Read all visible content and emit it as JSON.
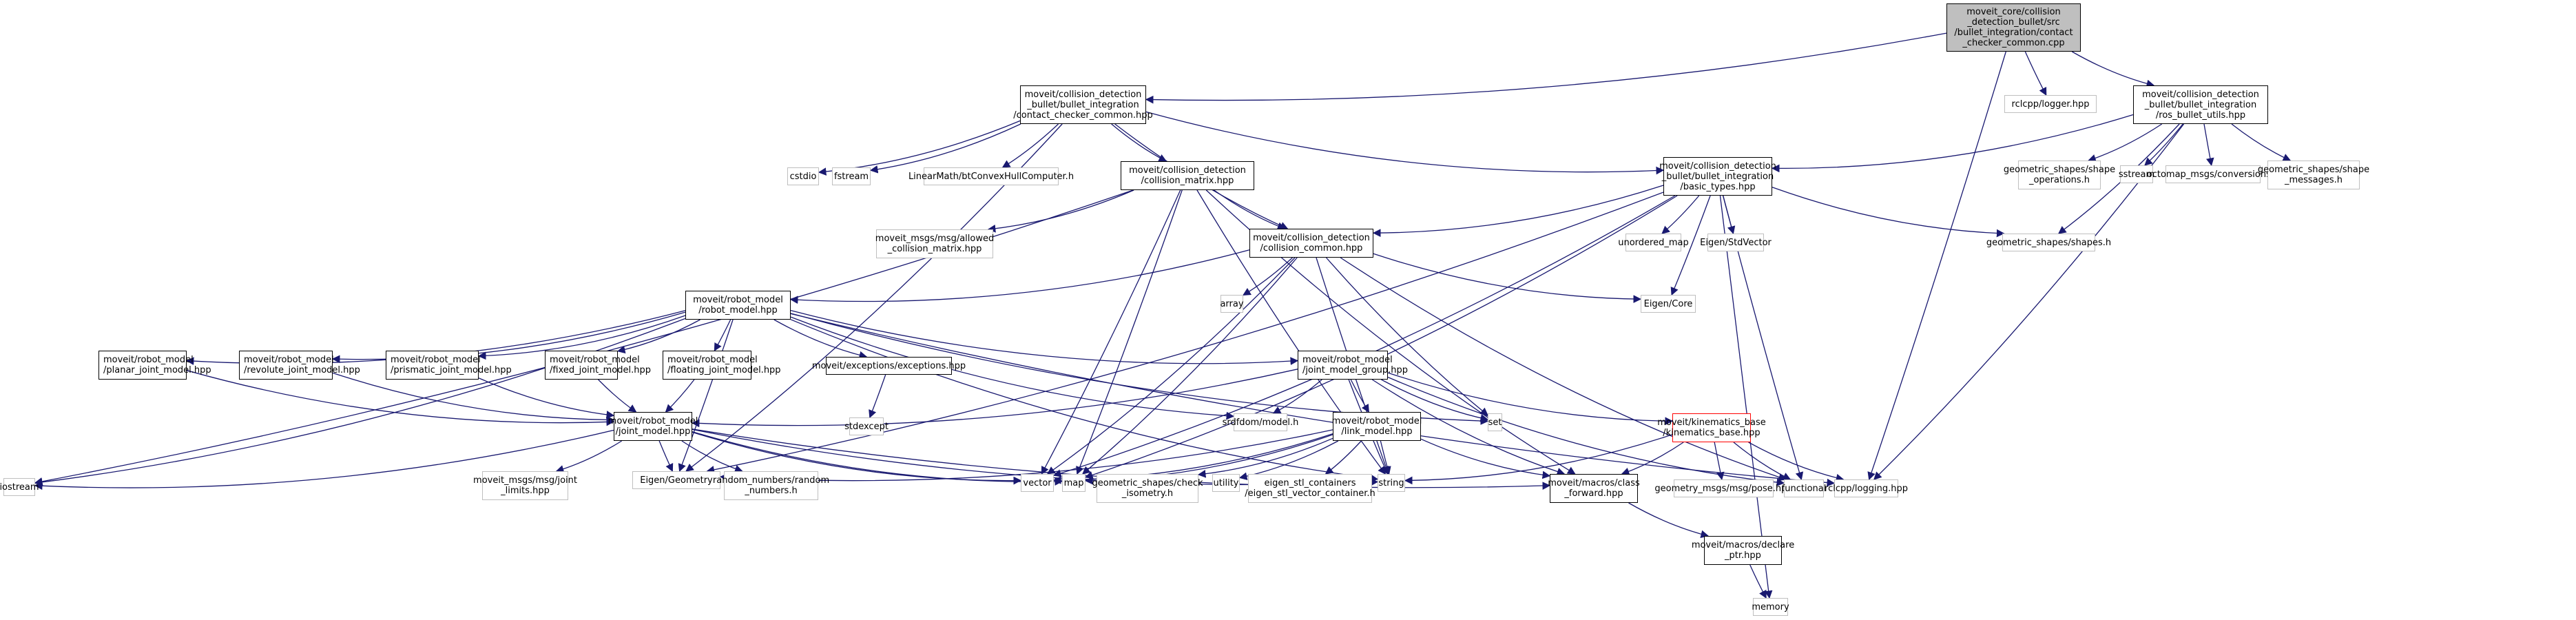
{
  "diagram": {
    "type": "include-dependency-graph",
    "edge_color": "#191970",
    "nodes": [
      {
        "id": "root",
        "label": "moveit_core/collision\n_detection_bullet/src\n/bullet_integration/contact\n_checker_common.cpp",
        "kind": "root"
      },
      {
        "id": "contact_checker_common",
        "label": "moveit/collision_detection\n_bullet/bullet_integration\n/contact_checker_common.hpp",
        "kind": "local"
      },
      {
        "id": "rclcpp_logger",
        "label": "rclcpp/logger.hpp",
        "kind": "sys"
      },
      {
        "id": "ros_bullet_utils",
        "label": "moveit/collision_detection\n_bullet/bullet_integration\n/ros_bullet_utils.hpp",
        "kind": "local"
      },
      {
        "id": "cstdio",
        "label": "cstdio",
        "kind": "sys"
      },
      {
        "id": "fstream",
        "label": "fstream",
        "kind": "sys"
      },
      {
        "id": "btconvexhull",
        "label": "LinearMath/btConvexHullComputer.h",
        "kind": "sys"
      },
      {
        "id": "collision_matrix",
        "label": "moveit/collision_detection\n/collision_matrix.hpp",
        "kind": "local"
      },
      {
        "id": "basic_types",
        "label": "moveit/collision_detection\n_bullet/bullet_integration\n/basic_types.hpp",
        "kind": "local"
      },
      {
        "id": "shape_operations",
        "label": "geometric_shapes/shape\n_operations.h",
        "kind": "sys"
      },
      {
        "id": "sstream",
        "label": "sstream",
        "kind": "sys"
      },
      {
        "id": "octomap_conversions",
        "label": "octomap_msgs/conversions.h",
        "kind": "sys"
      },
      {
        "id": "shape_messages",
        "label": "geometric_shapes/shape\n_messages.h",
        "kind": "sys"
      },
      {
        "id": "allowed_collision_matrix",
        "label": "moveit_msgs/msg/allowed\n_collision_matrix.hpp",
        "kind": "sys"
      },
      {
        "id": "collision_common",
        "label": "moveit/collision_detection\n/collision_common.hpp",
        "kind": "local"
      },
      {
        "id": "unordered_map",
        "label": "unordered_map",
        "kind": "sys"
      },
      {
        "id": "eigen_stdvector",
        "label": "Eigen/StdVector",
        "kind": "sys"
      },
      {
        "id": "shapes_h",
        "label": "geometric_shapes/shapes.h",
        "kind": "sys"
      },
      {
        "id": "robot_model",
        "label": "moveit/robot_model\n/robot_model.hpp",
        "kind": "local"
      },
      {
        "id": "array",
        "label": "array",
        "kind": "sys"
      },
      {
        "id": "eigen_core",
        "label": "Eigen/Core",
        "kind": "sys"
      },
      {
        "id": "planar_joint",
        "label": "moveit/robot_model\n/planar_joint_model.hpp",
        "kind": "local"
      },
      {
        "id": "revolute_joint",
        "label": "moveit/robot_model\n/revolute_joint_model.hpp",
        "kind": "local"
      },
      {
        "id": "prismatic_joint",
        "label": "moveit/robot_model\n/prismatic_joint_model.hpp",
        "kind": "local"
      },
      {
        "id": "fixed_joint",
        "label": "moveit/robot_model\n/fixed_joint_model.hpp",
        "kind": "local"
      },
      {
        "id": "floating_joint",
        "label": "moveit/robot_model\n/floating_joint_model.hpp",
        "kind": "local"
      },
      {
        "id": "exceptions",
        "label": "moveit/exceptions/exceptions.hpp",
        "kind": "local"
      },
      {
        "id": "joint_model_group",
        "label": "moveit/robot_model\n/joint_model_group.hpp",
        "kind": "local"
      },
      {
        "id": "stdexcept",
        "label": "stdexcept",
        "kind": "sys"
      },
      {
        "id": "srdfdom",
        "label": "srdfdom/model.h",
        "kind": "sys"
      },
      {
        "id": "link_model",
        "label": "moveit/robot_model\n/link_model.hpp",
        "kind": "local"
      },
      {
        "id": "set",
        "label": "set",
        "kind": "sys"
      },
      {
        "id": "kinematics_base",
        "label": "moveit/kinematics_base\n/kinematics_base.hpp",
        "kind": "red"
      },
      {
        "id": "joint_model",
        "label": "moveit/robot_model\n/joint_model.hpp",
        "kind": "local"
      },
      {
        "id": "iostream",
        "label": "iostream",
        "kind": "sys"
      },
      {
        "id": "joint_limits",
        "label": "moveit_msgs/msg/joint\n_limits.hpp",
        "kind": "sys"
      },
      {
        "id": "eigen_geometry",
        "label": "Eigen/Geometry",
        "kind": "sys"
      },
      {
        "id": "random_numbers",
        "label": "random_numbers/random\n_numbers.h",
        "kind": "sys"
      },
      {
        "id": "vector",
        "label": "vector",
        "kind": "sys"
      },
      {
        "id": "map",
        "label": "map",
        "kind": "sys"
      },
      {
        "id": "check_isometry",
        "label": "geometric_shapes/check\n_isometry.h",
        "kind": "sys"
      },
      {
        "id": "utility",
        "label": "utility",
        "kind": "sys"
      },
      {
        "id": "eigen_stl",
        "label": "eigen_stl_containers\n/eigen_stl_vector_container.h",
        "kind": "sys"
      },
      {
        "id": "string",
        "label": "string",
        "kind": "sys"
      },
      {
        "id": "class_forward",
        "label": "moveit/macros/class\n_forward.hpp",
        "kind": "local"
      },
      {
        "id": "pose",
        "label": "geometry_msgs/msg/pose.hpp",
        "kind": "sys"
      },
      {
        "id": "functional",
        "label": "functional",
        "kind": "sys"
      },
      {
        "id": "rclcpp_logging",
        "label": "rclcpp/logging.hpp",
        "kind": "sys"
      },
      {
        "id": "declare_ptr",
        "label": "moveit/macros/declare\n_ptr.hpp",
        "kind": "local"
      },
      {
        "id": "memory",
        "label": "memory",
        "kind": "sys"
      }
    ],
    "edges": [
      [
        "root",
        "contact_checker_common"
      ],
      [
        "root",
        "rclcpp_logger"
      ],
      [
        "root",
        "ros_bullet_utils"
      ],
      [
        "root",
        "rclcpp_logging"
      ],
      [
        "contact_checker_common",
        "cstdio"
      ],
      [
        "contact_checker_common",
        "fstream"
      ],
      [
        "contact_checker_common",
        "btconvexhull"
      ],
      [
        "contact_checker_common",
        "collision_matrix"
      ],
      [
        "contact_checker_common",
        "collision_common"
      ],
      [
        "contact_checker_common",
        "basic_types"
      ],
      [
        "contact_checker_common",
        "eigen_geometry"
      ],
      [
        "ros_bullet_utils",
        "basic_types"
      ],
      [
        "ros_bullet_utils",
        "shape_operations"
      ],
      [
        "ros_bullet_utils",
        "sstream"
      ],
      [
        "ros_bullet_utils",
        "octomap_conversions"
      ],
      [
        "ros_bullet_utils",
        "shape_messages"
      ],
      [
        "ros_bullet_utils",
        "shapes_h"
      ],
      [
        "ros_bullet_utils",
        "rclcpp_logging"
      ],
      [
        "collision_matrix",
        "allowed_collision_matrix"
      ],
      [
        "collision_matrix",
        "collision_common"
      ],
      [
        "collision_matrix",
        "iostream"
      ],
      [
        "collision_matrix",
        "vector"
      ],
      [
        "collision_matrix",
        "map"
      ],
      [
        "collision_matrix",
        "string"
      ],
      [
        "collision_matrix",
        "class_forward"
      ],
      [
        "basic_types",
        "collision_common"
      ],
      [
        "basic_types",
        "unordered_map"
      ],
      [
        "basic_types",
        "eigen_stdvector"
      ],
      [
        "basic_types",
        "shapes_h"
      ],
      [
        "basic_types",
        "eigen_core"
      ],
      [
        "basic_types",
        "functional"
      ],
      [
        "basic_types",
        "memory"
      ],
      [
        "basic_types",
        "vector"
      ],
      [
        "basic_types",
        "map"
      ],
      [
        "basic_types",
        "eigen_geometry"
      ],
      [
        "collision_common",
        "robot_model"
      ],
      [
        "collision_common",
        "array"
      ],
      [
        "collision_common",
        "eigen_core"
      ],
      [
        "collision_common",
        "vector"
      ],
      [
        "collision_common",
        "map"
      ],
      [
        "collision_common",
        "set"
      ],
      [
        "collision_common",
        "string"
      ],
      [
        "collision_common",
        "functional"
      ],
      [
        "robot_model",
        "planar_joint"
      ],
      [
        "robot_model",
        "revolute_joint"
      ],
      [
        "robot_model",
        "prismatic_joint"
      ],
      [
        "robot_model",
        "fixed_joint"
      ],
      [
        "robot_model",
        "floating_joint"
      ],
      [
        "robot_model",
        "exceptions"
      ],
      [
        "robot_model",
        "joint_model_group"
      ],
      [
        "robot_model",
        "srdfdom"
      ],
      [
        "robot_model",
        "iostream"
      ],
      [
        "robot_model",
        "eigen_geometry"
      ],
      [
        "robot_model",
        "rclcpp_logging"
      ],
      [
        "robot_model",
        "set"
      ],
      [
        "robot_model",
        "string"
      ],
      [
        "planar_joint",
        "joint_model"
      ],
      [
        "revolute_joint",
        "joint_model"
      ],
      [
        "prismatic_joint",
        "joint_model"
      ],
      [
        "fixed_joint",
        "joint_model"
      ],
      [
        "floating_joint",
        "joint_model"
      ],
      [
        "exceptions",
        "stdexcept"
      ],
      [
        "joint_model_group",
        "joint_model"
      ],
      [
        "joint_model_group",
        "srdfdom"
      ],
      [
        "joint_model_group",
        "link_model"
      ],
      [
        "joint_model_group",
        "set"
      ],
      [
        "joint_model_group",
        "kinematics_base"
      ],
      [
        "joint_model_group",
        "string"
      ],
      [
        "joint_model_group",
        "functional"
      ],
      [
        "joint_model_group",
        "class_forward"
      ],
      [
        "link_model",
        "vector"
      ],
      [
        "link_model",
        "map"
      ],
      [
        "link_model",
        "check_isometry"
      ],
      [
        "link_model",
        "utility"
      ],
      [
        "link_model",
        "eigen_stl"
      ],
      [
        "link_model",
        "string"
      ],
      [
        "link_model",
        "class_forward"
      ],
      [
        "link_model",
        "eigen_geometry"
      ],
      [
        "kinematics_base",
        "string"
      ],
      [
        "kinematics_base",
        "class_forward"
      ],
      [
        "kinematics_base",
        "pose"
      ],
      [
        "kinematics_base",
        "functional"
      ],
      [
        "kinematics_base",
        "rclcpp_logging"
      ],
      [
        "joint_model",
        "iostream"
      ],
      [
        "joint_model",
        "joint_limits"
      ],
      [
        "joint_model",
        "eigen_geometry"
      ],
      [
        "joint_model",
        "random_numbers"
      ],
      [
        "joint_model",
        "vector"
      ],
      [
        "joint_model",
        "map"
      ],
      [
        "joint_model",
        "string"
      ],
      [
        "joint_model",
        "class_forward"
      ],
      [
        "class_forward",
        "declare_ptr"
      ],
      [
        "declare_ptr",
        "memory"
      ]
    ]
  }
}
